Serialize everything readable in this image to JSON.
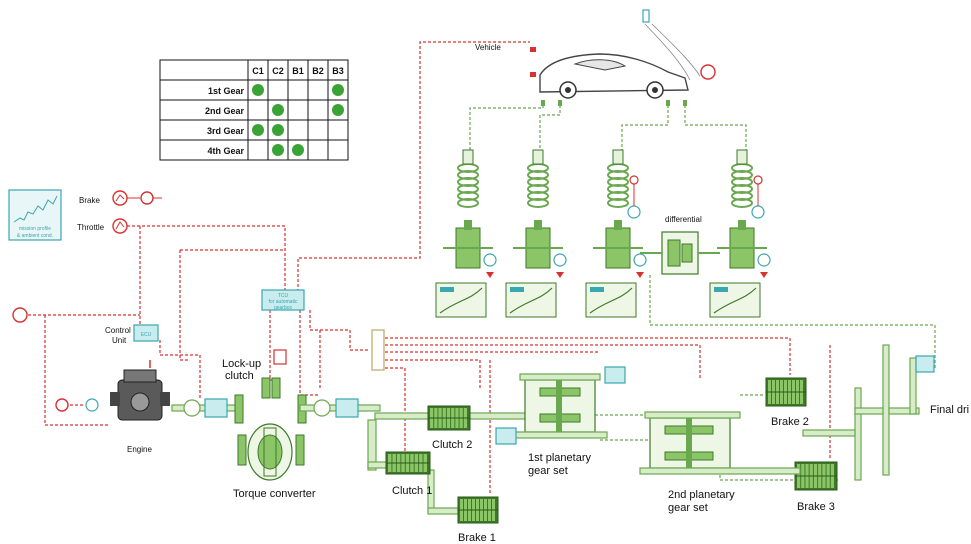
{
  "labels": {
    "vehicle": "Vehicle",
    "brake": "Brake",
    "throttle": "Throttle",
    "control_unit_line1": "Control",
    "control_unit_line2": "Unit",
    "engine": "Engine",
    "lockup_line1": "Lock-up",
    "lockup_line2": "clutch",
    "torque_converter": "Torque converter",
    "clutch1": "Clutch 1",
    "clutch2": "Clutch 2",
    "brake1": "Brake 1",
    "brake2": "Brake 2",
    "brake3": "Brake 3",
    "planetary1_line1": "1st planetary",
    "planetary1_line2": "gear set",
    "planetary2_line1": "2nd planetary",
    "planetary2_line2": "gear set",
    "differential": "differential",
    "final_drive": "Final dri",
    "tcu_line1": "TCU",
    "tcu_line2": "for automatic",
    "tcu_line3": "gearbox",
    "mission_line1": "mission profile",
    "mission_line2": "& ambient cond.",
    "ecu": "ECU"
  },
  "shift_table": {
    "columns": [
      "C1",
      "C2",
      "B1",
      "B2",
      "B3"
    ],
    "rows": [
      {
        "gear": "1st Gear",
        "engaged": [
          true,
          false,
          false,
          false,
          true
        ]
      },
      {
        "gear": "2nd Gear",
        "engaged": [
          false,
          true,
          false,
          false,
          true
        ]
      },
      {
        "gear": "3rd Gear",
        "engaged": [
          true,
          true,
          false,
          false,
          false
        ]
      },
      {
        "gear": "4th Gear",
        "engaged": [
          false,
          true,
          true,
          false,
          false
        ]
      }
    ]
  },
  "colors": {
    "signal": "#d93030",
    "mechanical": "#6aa84f",
    "component": "#8cc567",
    "control": "#3aa6b0"
  }
}
